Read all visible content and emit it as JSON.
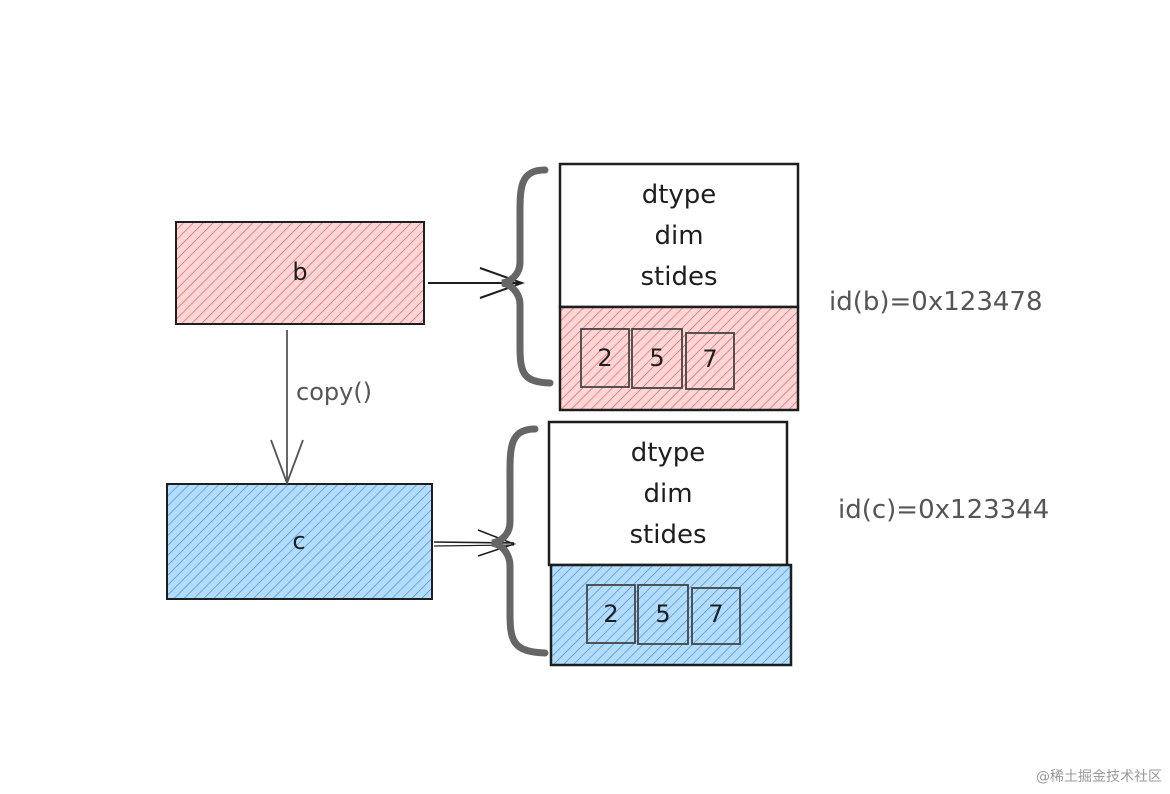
{
  "colors": {
    "red_fill": "#ffc9c9",
    "red_hatch": "#e03131",
    "blue_fill": "#a5d8ff",
    "blue_hatch": "#1971c2",
    "stroke": "#1e1e1e",
    "brace": "#666666"
  },
  "variables": {
    "b": {
      "label": "b"
    },
    "c": {
      "label": "c"
    }
  },
  "copy_label": "copy()",
  "objects": [
    {
      "id_label": "id(b)=0x123478",
      "header": [
        "dtype",
        "dim",
        "stides"
      ],
      "values": [
        "2",
        "5",
        "7"
      ]
    },
    {
      "id_label": "id(c)=0x123344",
      "header": [
        "dtype",
        "dim",
        "stides"
      ],
      "values": [
        "2",
        "5",
        "7"
      ]
    }
  ],
  "watermark": "@稀土掘金技术社区"
}
